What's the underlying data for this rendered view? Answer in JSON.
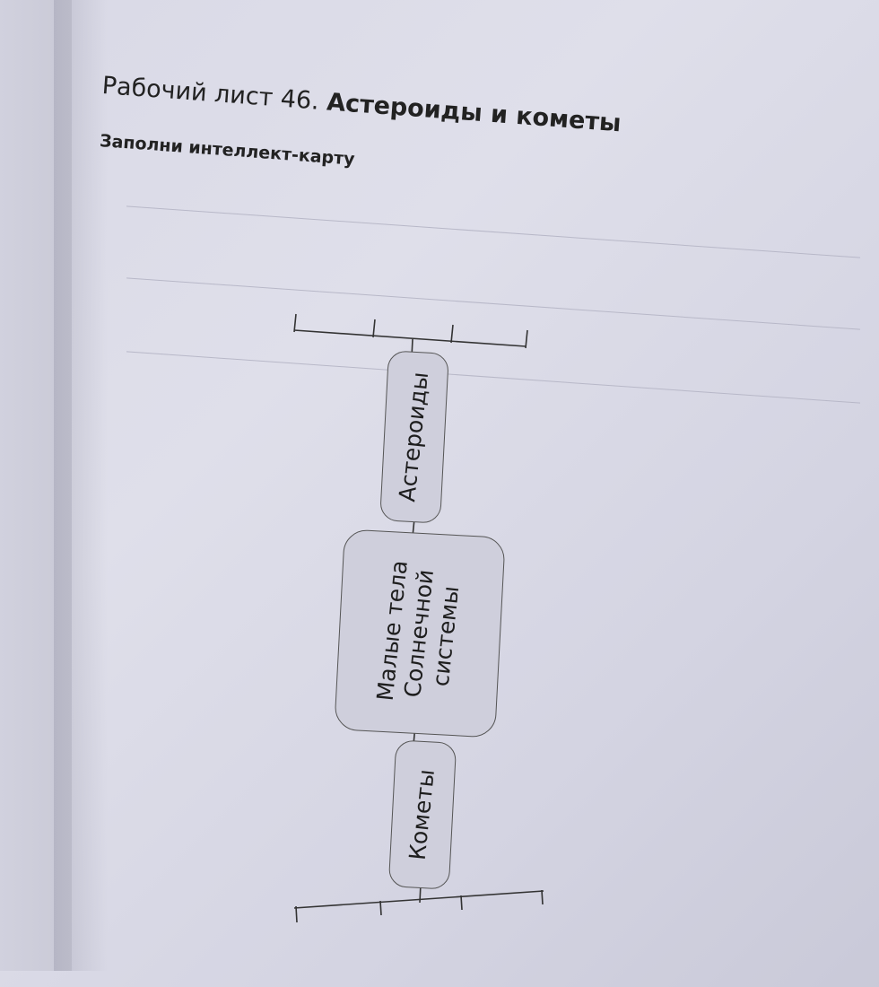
{
  "worksheet": {
    "number_label": "Рабочий лист 46.",
    "title_bold": "Астероиды и кометы",
    "instruction": "Заполни интеллект-карту"
  },
  "mind_map": {
    "center_lines": [
      "Малые тела",
      "Солнечной",
      "системы"
    ],
    "branch_top": "Астероиды",
    "branch_bottom": "Кометы"
  }
}
